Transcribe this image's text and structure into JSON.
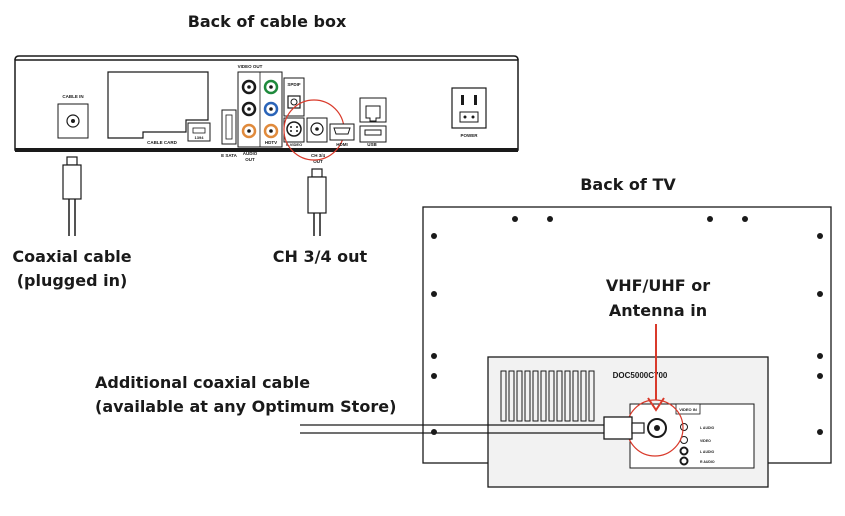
{
  "colors": {
    "ink": "#1a1a1a",
    "accent": "#d93a2b",
    "jack_green": "#1e8a3c",
    "jack_blue": "#2a64b8",
    "jack_orange": "#e08a3c",
    "tv_panel": "#f2f2f2"
  },
  "titles": {
    "cable_box": "Back of cable box",
    "tv": "Back of TV"
  },
  "callouts": {
    "coaxial_line1": "Coaxial cable",
    "coaxial_line2": "(plugged in)",
    "ch34": "CH 3/4 out",
    "vhf_line1": "VHF/UHF or",
    "vhf_line2": "Antenna in",
    "additional_line1": "Additional coaxial cable",
    "additional_line2": "(available at any Optimum Store)"
  },
  "box_labels": {
    "cable_in": "CABLE IN",
    "cable_card": "CABLE CARD",
    "esata": "E SATA",
    "audio_out_1": "AUDIO",
    "audio_out_2": "OUT",
    "video_out": "VIDEO OUT",
    "hdtv": "HDTV",
    "spdif": "SPDIF",
    "svideo": "S-VIDEO",
    "ch34_out_1": "CH 3/4",
    "ch34_out_2": "OUT",
    "hdmi": "HDMI",
    "lan": "LAN",
    "usb": "USB",
    "power": "POWER",
    "port_1394": "1394"
  },
  "tv_panel": {
    "model_code": "DOC5000C700",
    "video_in": "VIDEO IN",
    "port_labels": [
      "L AUDIO",
      "VIDEO",
      "L AUDIO",
      "R AUDIO"
    ]
  }
}
